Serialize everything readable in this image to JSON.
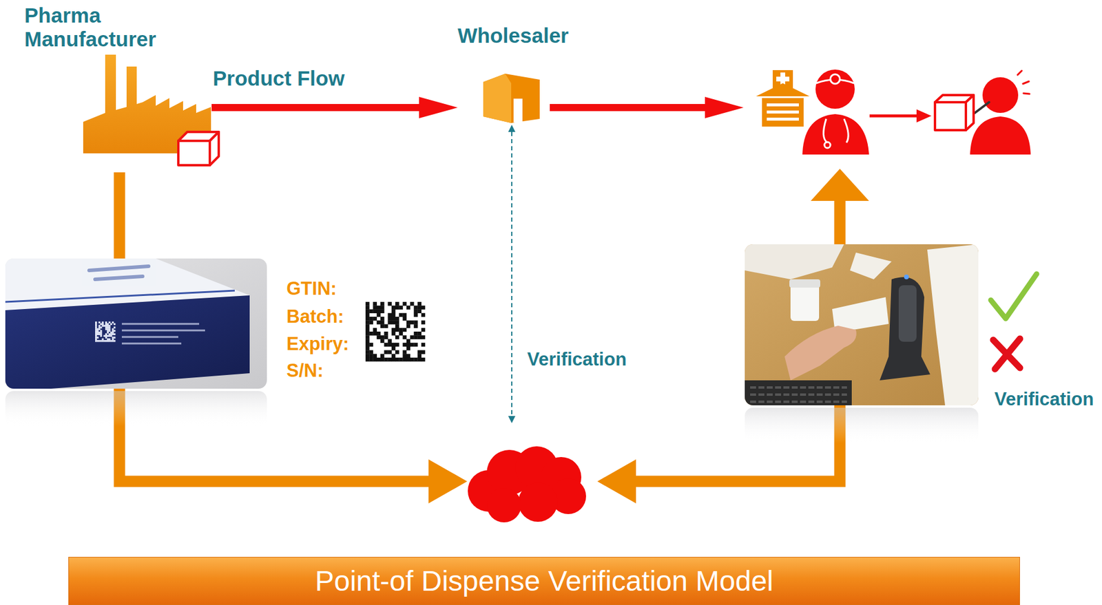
{
  "diagram": {
    "title": "Point-of Dispense Verification Model",
    "nodes": [
      {
        "text": [
          "Pharma Manufacturer"
        ]
      },
      {
        "text": [
          "Wholesaler"
        ]
      }
    ],
    "edges": [
      {
        "from": 0,
        "to": 1,
        "arrow": "to",
        "label": "Product Flow"
      }
    ],
    "labels": [
      "GTIN:",
      "Batch:",
      "Expiry:",
      "S/N:",
      "Verification",
      "Verification"
    ]
  }
}
